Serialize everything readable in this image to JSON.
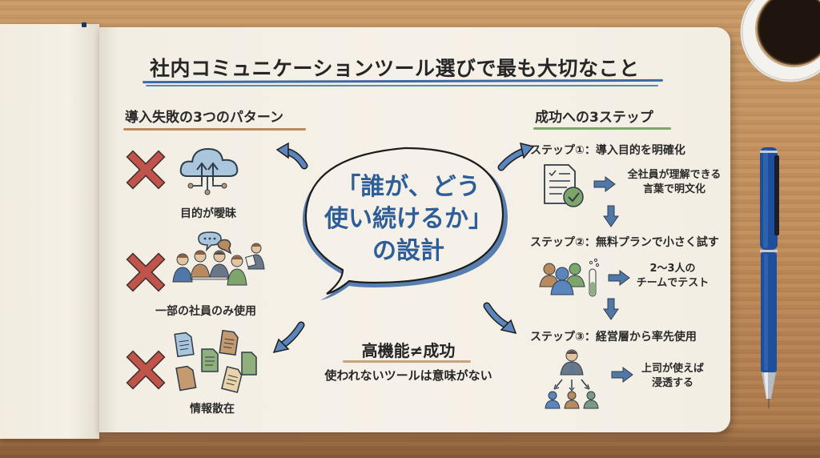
{
  "title": "社内コミュニケーションツール選びで最も大切なこと",
  "failures": {
    "heading": "導入失敗の3つのパターン",
    "items": [
      {
        "label": "目的が曖昧",
        "icon": "cloud-upload-icon",
        "mark": "x-mark"
      },
      {
        "label": "一部の社員のみ使用",
        "icon": "meeting-people-icon",
        "mark": "x-mark"
      },
      {
        "label": "情報散在",
        "icon": "scattered-documents-icon",
        "mark": "x-mark"
      }
    ]
  },
  "center": {
    "bubble_lines": [
      "「誰が、どう",
      "使い続けるか」",
      "の設計"
    ],
    "headline": "高機能≠成功",
    "subline": "使われないツールは意味がない"
  },
  "steps": {
    "heading": "成功への3ステップ",
    "items": [
      {
        "title": "ステップ①：導入目的を明確化",
        "desc_lines": [
          "全社員が理解できる",
          "言葉で明文化"
        ],
        "icon": "checklist-document-icon"
      },
      {
        "title": "ステップ②：無料プランで小さく試す",
        "desc_lines": [
          "2〜3人の",
          "チームでテスト"
        ],
        "icon": "team-test-tube-icon"
      },
      {
        "title": "ステップ③：経営層から率先使用",
        "desc_lines": [
          "上司が使えば",
          "浸透する"
        ],
        "icon": "manager-hierarchy-icon"
      }
    ]
  },
  "colors": {
    "accent_blue": "#3c6aa6",
    "bubble_text": "#2d5e98",
    "x_red": "#c0544a",
    "failure_underline": "#b98a5e",
    "steps_underline": "#7ea56a",
    "paper": "#f6f1e8",
    "desk": "#c08d5b"
  }
}
